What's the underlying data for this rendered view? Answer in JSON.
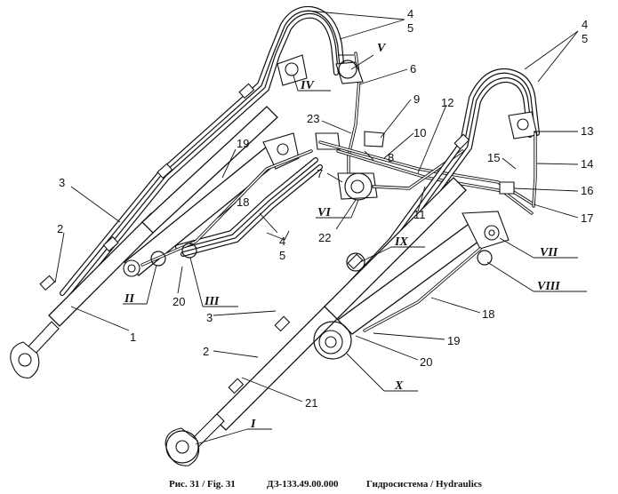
{
  "callouts": {
    "n4_top_left": "4",
    "n5_top_left": "5",
    "n4_top_right": "4",
    "n5_top_right": "5",
    "n6": "6",
    "n9": "9",
    "n23": "23",
    "n10": "10",
    "n12": "12",
    "n8": "8",
    "n7": "7",
    "n13": "13",
    "n15": "15",
    "n14": "14",
    "n16": "16",
    "n17": "17",
    "n3_upper": "3",
    "n19_upper": "19",
    "n18_upper": "18",
    "n11": "11",
    "n2_upper": "2",
    "n4_middle": "4",
    "n5_middle": "5",
    "n22": "22",
    "n20_upper": "20",
    "n1": "1",
    "n3_lower": "3",
    "n18_lower": "18",
    "n19_lower": "19",
    "n2_lower": "2",
    "n20_lower": "20",
    "n21": "21"
  },
  "views": {
    "v5": "V",
    "v4": "IV",
    "v6": "VI",
    "v9": "IX",
    "v7": "VII",
    "v8": "VIII",
    "v2": "II",
    "v3": "III",
    "v10": "X",
    "v1": "I"
  },
  "caption": {
    "figure": "Рис. 31 / Fig. 31",
    "code": "ДЗ-133.49.00.000",
    "title": "Гидросистема / Hydraulics"
  }
}
